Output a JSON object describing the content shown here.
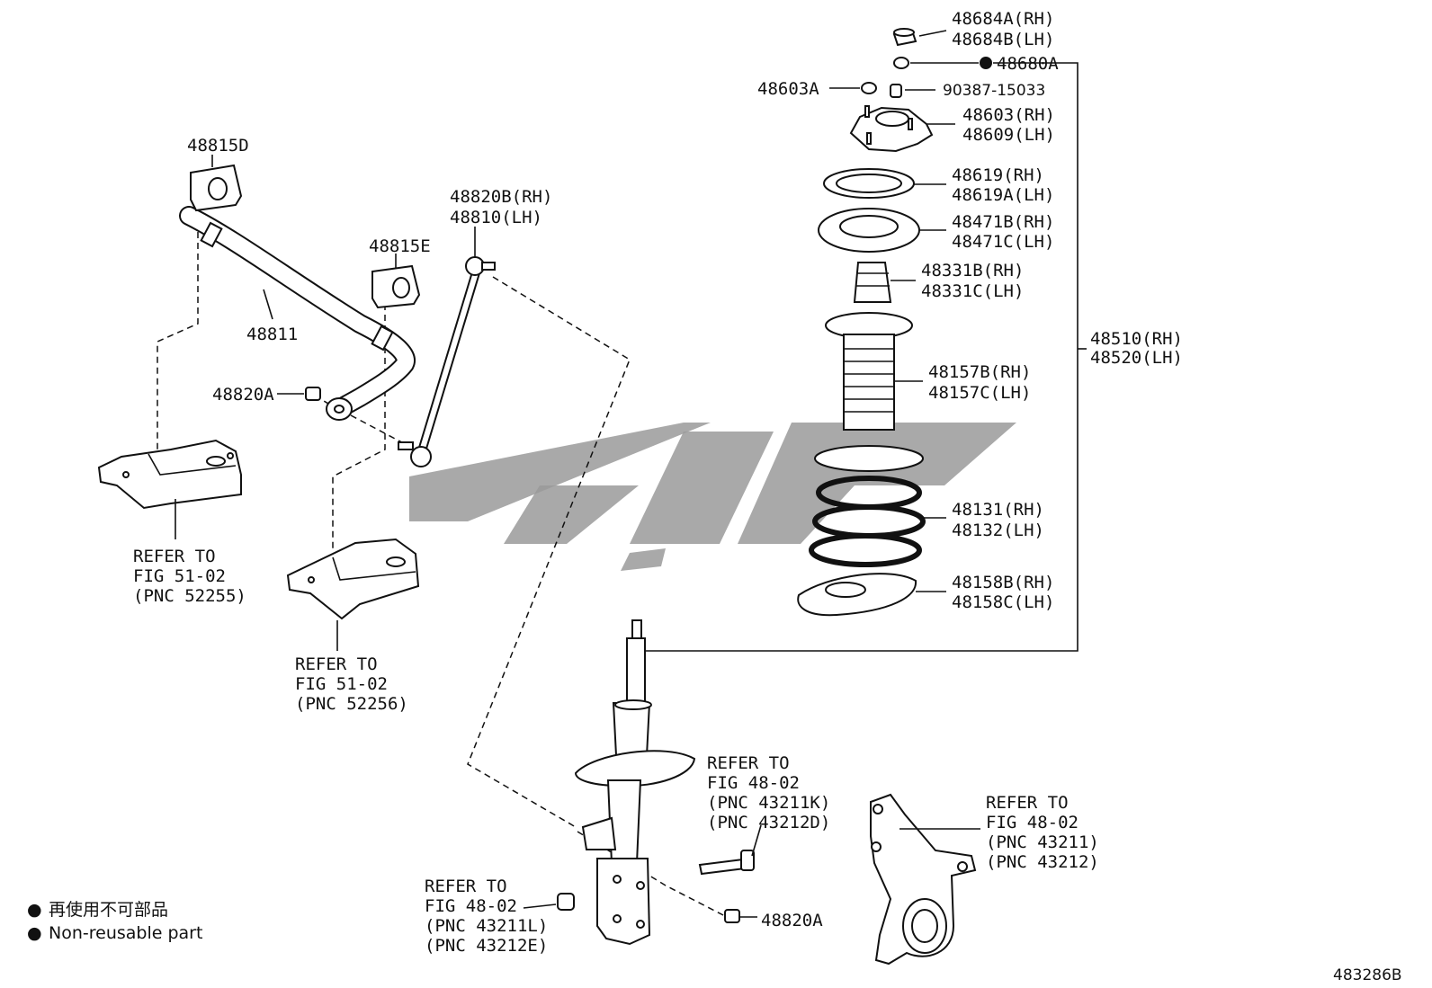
{
  "diagram_code": "483286B",
  "legend": {
    "symbol": "●",
    "line1": "再使用不可部品",
    "line2": "Non-reusable part"
  },
  "labels": {
    "p48815D": "48815D",
    "p48811": "48811",
    "p48815E": "48815E",
    "p48820A_left": "48820A",
    "p48820B": "48820B(RH)",
    "p48810": "48810(LH)",
    "ref_52255": [
      "REFER TO",
      "FIG 51-02",
      "(PNC 52255)"
    ],
    "ref_52256": [
      "REFER TO",
      "FIG 51-02",
      "(PNC 52256)"
    ],
    "p48684A": "48684A(RH)",
    "p48684B": "48684B(LH)",
    "p48680A": "48680A",
    "p48603A": "48603A",
    "p90387": "90387-15033",
    "p48603": "48603(RH)",
    "p48609": "48609(LH)",
    "p48619": "48619(RH)",
    "p48619A": "48619A(LH)",
    "p48471B": "48471B(RH)",
    "p48471C": "48471C(LH)",
    "p48331B": "48331B(RH)",
    "p48331C": "48331C(LH)",
    "p48157B": "48157B(RH)",
    "p48157C": "48157C(LH)",
    "p48131": "48131(RH)",
    "p48132": "48132(LH)",
    "p48158B": "48158B(RH)",
    "p48158C": "48158C(LH)",
    "p48510": "48510(RH)",
    "p48520": "48520(LH)",
    "ref_43211K": [
      "REFER TO",
      "FIG 48-02",
      "(PNC 43211K)",
      "(PNC 43212D)"
    ],
    "ref_43211L": [
      "REFER TO",
      "FIG 48-02",
      "(PNC 43211L)",
      "(PNC 43212E)"
    ],
    "ref_43211": [
      "REFER TO",
      "FIG 48-02",
      "(PNC 43211)",
      "(PNC 43212)"
    ],
    "p48820A_bottom": "48820A"
  }
}
